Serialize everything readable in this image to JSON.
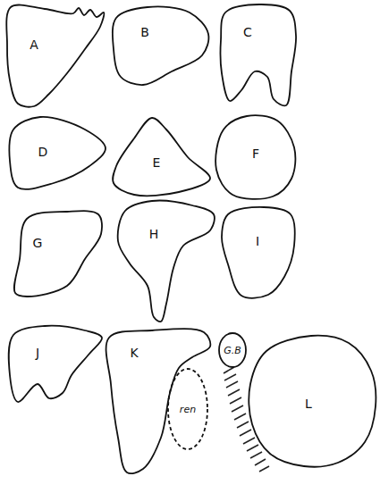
{
  "diagram": {
    "nodes": [
      {
        "text": [
          "A"
        ]
      },
      {
        "text": [
          "B"
        ]
      },
      {
        "text": [
          "C"
        ]
      },
      {
        "text": [
          "D"
        ]
      },
      {
        "text": [
          "E"
        ]
      },
      {
        "text": [
          "F"
        ]
      },
      {
        "text": [
          "G"
        ]
      },
      {
        "text": [
          "H"
        ]
      },
      {
        "text": [
          "I"
        ]
      },
      {
        "text": [
          "J"
        ]
      },
      {
        "text": [
          "K"
        ]
      },
      {
        "text": [
          "ren"
        ],
        "in": 10
      },
      {
        "text": [
          "G.B"
        ]
      },
      {
        "text": [
          "L"
        ]
      }
    ]
  }
}
